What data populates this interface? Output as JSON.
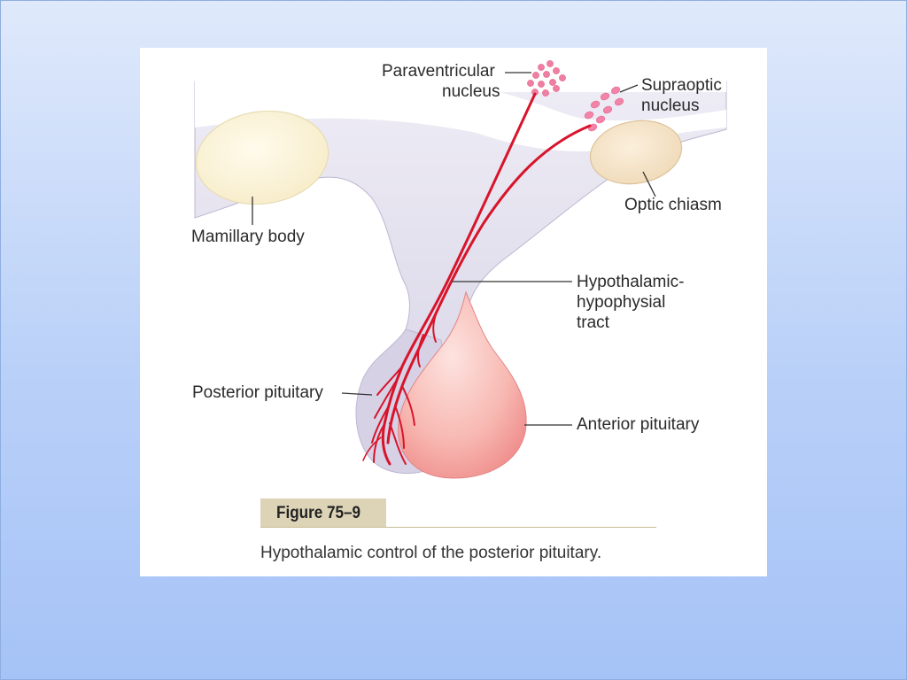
{
  "labels": {
    "paraventricular": [
      "Paraventricular",
      "nucleus"
    ],
    "supraoptic": [
      "Supraoptic",
      "nucleus"
    ],
    "optic_chiasm": "Optic chiasm",
    "mamillary_body": "Mamillary body",
    "tract": [
      "Hypothalamic-",
      "hypophysial",
      "tract"
    ],
    "posterior_pituitary": "Posterior pituitary",
    "anterior_pituitary": "Anterior pituitary"
  },
  "figure_number": "Figure 75–9",
  "caption": "Hypothalamic control of the posterior pituitary.",
  "colors": {
    "background_top": "#dfe9fb",
    "background_bottom": "#a6c3f7",
    "hypothalamus": "#dcd8e8",
    "mamillary_body": "#fbf3d8",
    "optic_chiasm": "#f5e3c6",
    "anterior_pituitary": "#f39a98",
    "nerve_fibers": "#d8142b",
    "nucleus_cells": "#ee7fa3",
    "figure_tag": "#ddd4b8"
  }
}
